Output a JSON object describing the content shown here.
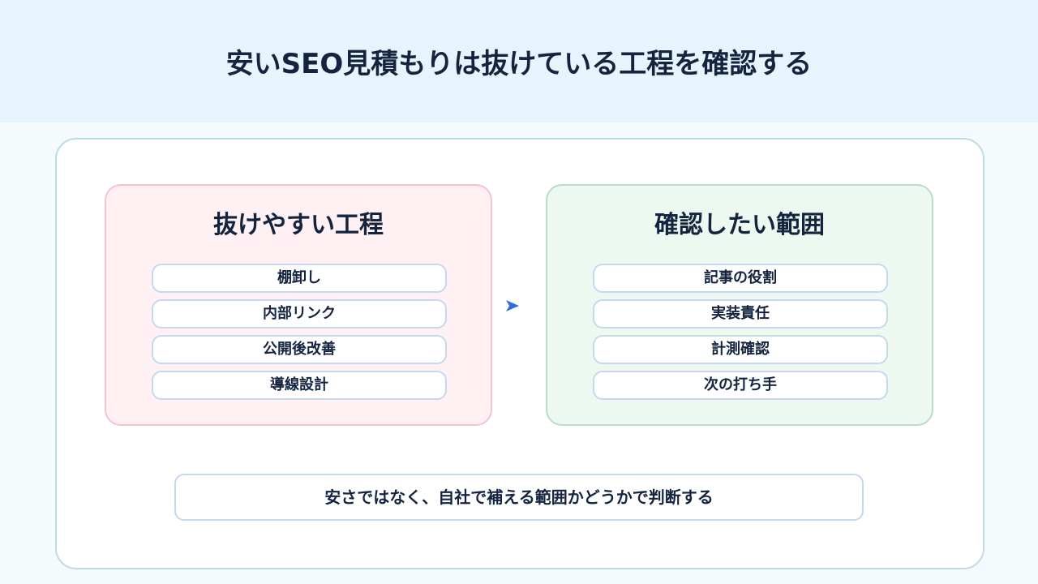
{
  "title": "安いSEO見積もりは抜けている工程を確認する",
  "left_panel": {
    "heading": "抜けやすい工程",
    "items": [
      "棚卸し",
      "内部リンク",
      "公開後改善",
      "導線設計"
    ]
  },
  "right_panel": {
    "heading": "確認したい範囲",
    "items": [
      "記事の役割",
      "実装責任",
      "計測確認",
      "次の打ち手"
    ]
  },
  "arrow_icon": "arrow-right-icon",
  "conclusion": "安さではなく、自社で補える範囲かどうかで判断する",
  "colors": {
    "header_bg": "#e7f3fd",
    "left_panel_bg": "#fff0f3",
    "left_panel_border": "#f6c4cd",
    "right_panel_bg": "#edf8f1",
    "right_panel_border": "#b5e0c6",
    "arrow": "#2f6fd8",
    "text": "#14243f"
  }
}
